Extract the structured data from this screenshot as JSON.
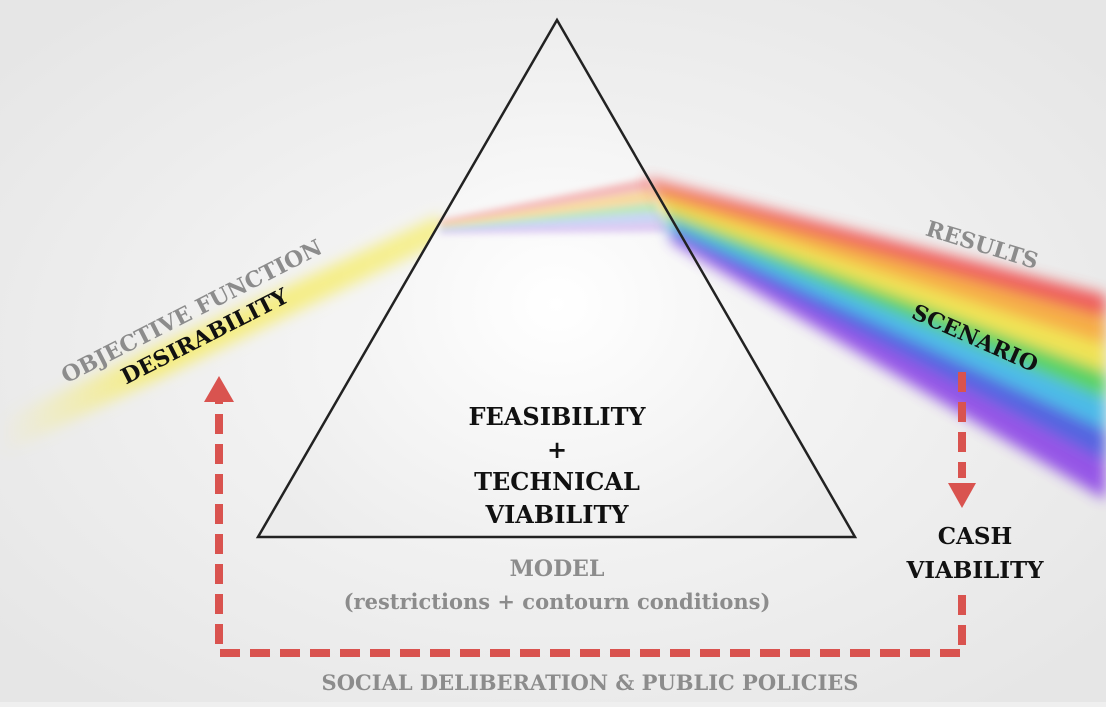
{
  "diagram": {
    "objective_function": "OBJECTIVE FUNCTION",
    "desirability": "DESIRABILITY",
    "results": "RESULTS",
    "scenario": "SCENARIO",
    "prism_lines": [
      "FEASIBILITY",
      "+",
      "TECHNICAL",
      "VIABILITY"
    ],
    "model": "MODEL",
    "model_note": "(restrictions + contourn conditions)",
    "cash_lines": [
      "CASH",
      "VIABILITY"
    ],
    "loop_label": "SOCIAL DELIBERATION & PUBLIC POLICIES"
  },
  "colors": {
    "arrow": "#d9534f",
    "label_gray": "#8c8c8c",
    "outline": "#222222",
    "incoming_beam": "#f3e84a"
  }
}
